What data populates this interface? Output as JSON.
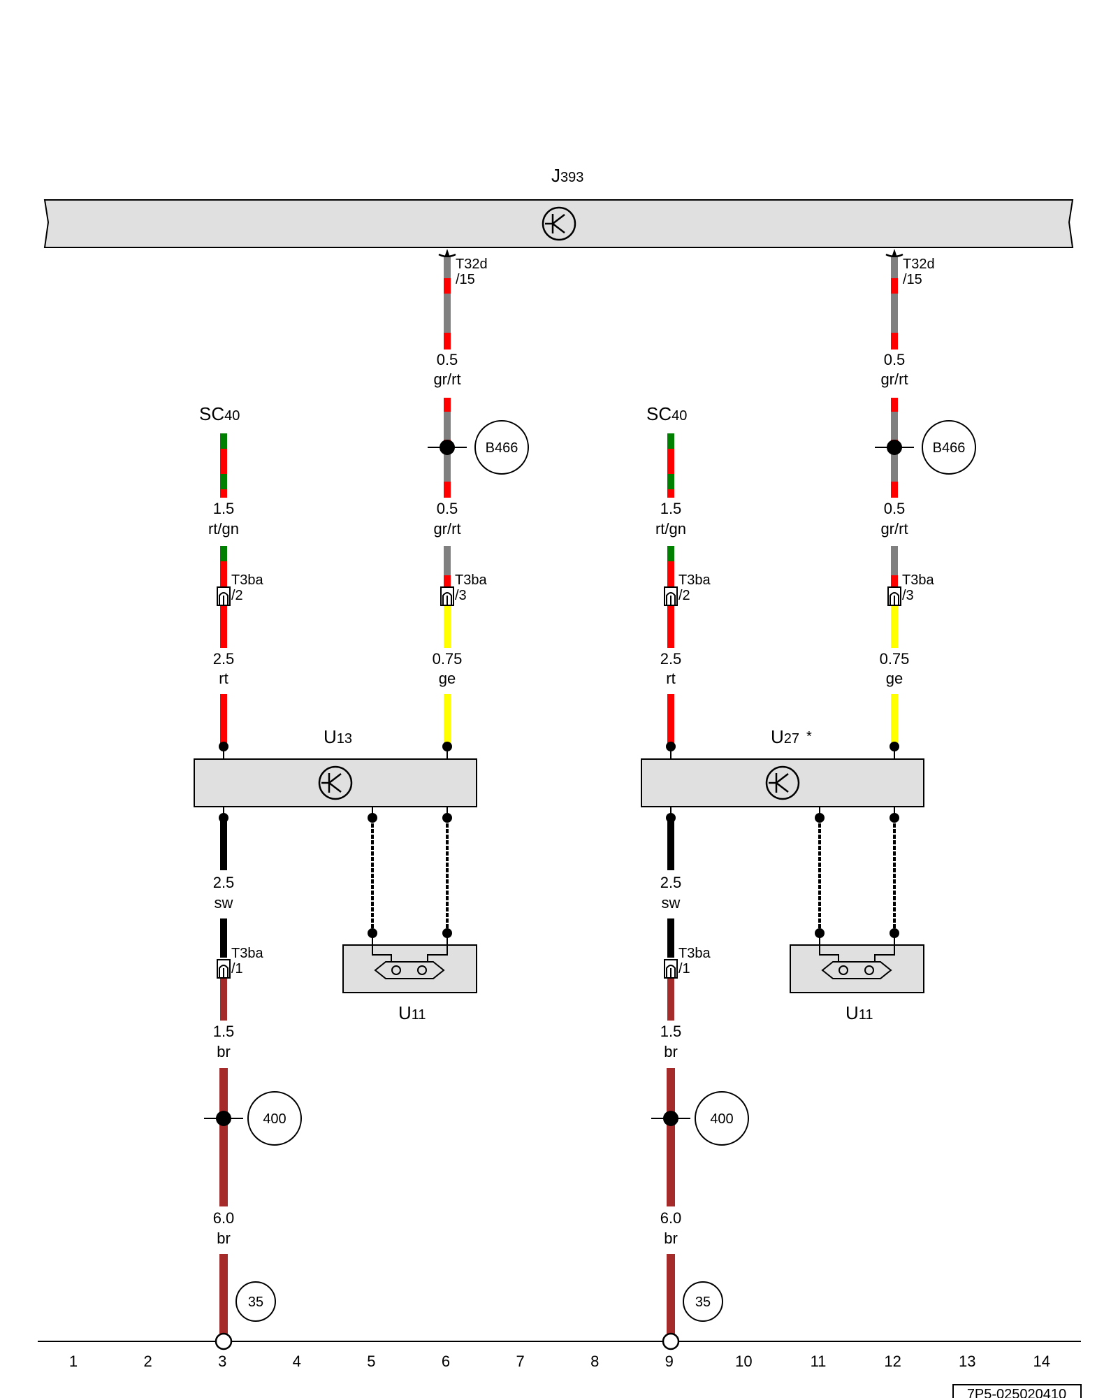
{
  "components": {
    "j393": {
      "name": "J",
      "sub": "393"
    },
    "u13": {
      "name": "U",
      "sub": "13"
    },
    "u27": {
      "name": "U",
      "sub": "27",
      "mark": "*"
    },
    "u11_left": {
      "name": "U",
      "sub": "11"
    },
    "u11_right": {
      "name": "U",
      "sub": "11"
    },
    "sc40_left": {
      "name": "SC",
      "sub": "40"
    },
    "sc40_right": {
      "name": "SC",
      "sub": "40"
    }
  },
  "connectors": {
    "t32d_a": {
      "name": "T32d",
      "pin": "/15"
    },
    "t32d_b": {
      "name": "T32d",
      "pin": "/15"
    },
    "t3ba_l2": {
      "name": "T3ba",
      "pin": "/2"
    },
    "t3ba_l3": {
      "name": "T3ba",
      "pin": "/3"
    },
    "t3ba_l1": {
      "name": "T3ba",
      "pin": "/1"
    },
    "t3ba_r2": {
      "name": "T3ba",
      "pin": "/2"
    },
    "t3ba_r3": {
      "name": "T3ba",
      "pin": "/3"
    },
    "t3ba_r1": {
      "name": "T3ba",
      "pin": "/1"
    }
  },
  "wires": {
    "w_a1": {
      "size": "0.5",
      "color": "gr/rt"
    },
    "w_a2": {
      "size": "0.5",
      "color": "gr/rt"
    },
    "w_a3": {
      "size": "0.75",
      "color": "ge"
    },
    "w_b1": {
      "size": "1.5",
      "color": "rt/gn"
    },
    "w_b2": {
      "size": "2.5",
      "color": "rt"
    },
    "w_b3": {
      "size": "2.5",
      "color": "sw"
    },
    "w_b4": {
      "size": "1.5",
      "color": "br"
    },
    "w_b5": {
      "size": "6.0",
      "color": "br"
    },
    "w_c1": {
      "size": "0.5",
      "color": "gr/rt"
    },
    "w_c2": {
      "size": "0.5",
      "color": "gr/rt"
    },
    "w_c3": {
      "size": "0.75",
      "color": "ge"
    },
    "w_d1": {
      "size": "1.5",
      "color": "rt/gn"
    },
    "w_d2": {
      "size": "2.5",
      "color": "rt"
    },
    "w_d3": {
      "size": "2.5",
      "color": "sw"
    },
    "w_d4": {
      "size": "1.5",
      "color": "br"
    },
    "w_d5": {
      "size": "6.0",
      "color": "br"
    }
  },
  "references": {
    "b466_a": "B466",
    "b466_b": "B466",
    "r400_a": "400",
    "r400_b": "400",
    "r35_a": "35",
    "r35_b": "35"
  },
  "grid_numbers": [
    "1",
    "2",
    "3",
    "4",
    "5",
    "6",
    "7",
    "8",
    "9",
    "10",
    "11",
    "12",
    "13",
    "14"
  ],
  "diagram_id": "7P5-025020410",
  "wire_colors": {
    "gr": "#808080",
    "rt": "#ff0000",
    "gn": "#008000",
    "ge": "#ffff00",
    "sw": "#000000",
    "br": "#a52a2a"
  }
}
